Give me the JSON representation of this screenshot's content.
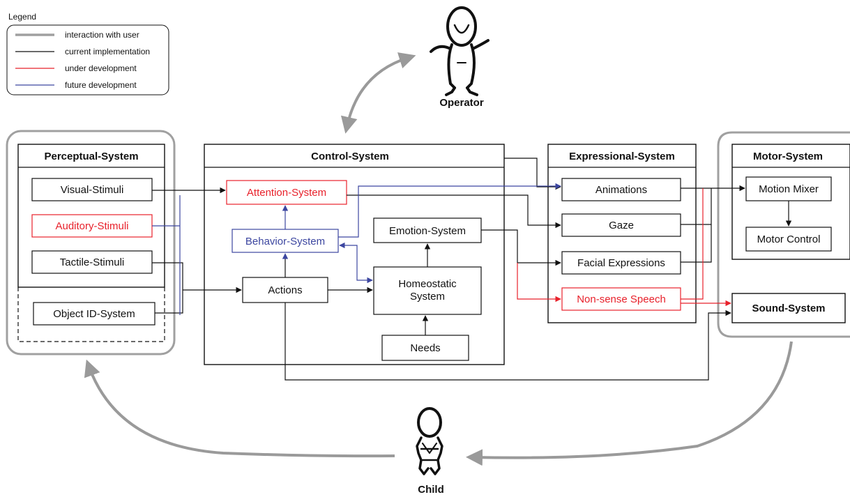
{
  "legend": {
    "title": "Legend",
    "items": [
      {
        "label": "interaction with user",
        "color": "#a0a0a0"
      },
      {
        "label": "current implementation",
        "color": "#111111"
      },
      {
        "label": "under development",
        "color": "#e8212b"
      },
      {
        "label": "future development",
        "color": "#3c46a0"
      }
    ]
  },
  "actors": {
    "operator": "Operator",
    "child": "Child"
  },
  "perceptual": {
    "title": "Perceptual-System",
    "visual": "Visual-Stimuli",
    "auditory": "Auditory-Stimuli",
    "tactile": "Tactile-Stimuli",
    "object_id": "Object ID-System"
  },
  "control": {
    "title": "Control-System",
    "attention": "Attention-System",
    "behavior": "Behavior-System",
    "emotion": "Emotion-System",
    "actions": "Actions",
    "homeostatic_line1": "Homeostatic",
    "homeostatic_line2": "System",
    "needs": "Needs"
  },
  "expressional": {
    "title": "Expressional-System",
    "animations": "Animations",
    "gaze": "Gaze",
    "facial": "Facial Expressions",
    "speech": "Non-sense Speech"
  },
  "motor": {
    "title": "Motor-System",
    "mixer": "Motion Mixer",
    "control": "Motor Control"
  },
  "sound": {
    "title": "Sound-System"
  },
  "colors": {
    "current": "#111111",
    "under_development": "#e8212b",
    "future": "#3c46a0",
    "interaction": "#a0a0a0"
  }
}
